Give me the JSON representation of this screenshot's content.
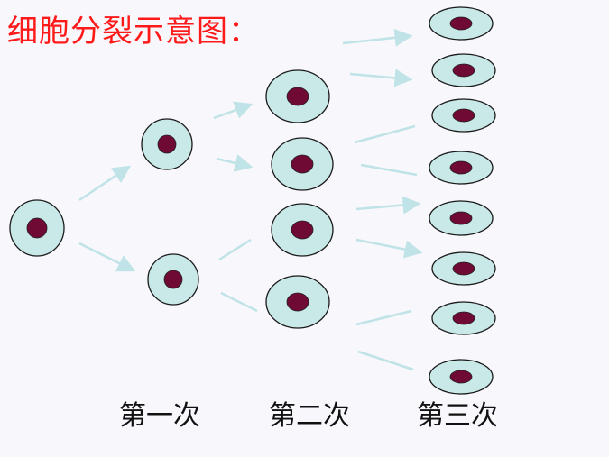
{
  "title": "细胞分裂示意图：",
  "stages": [
    {
      "label": "第一次"
    },
    {
      "label": "第二次"
    },
    {
      "label": "第三次"
    }
  ],
  "colors": {
    "title": "#ff1a1a",
    "cell_fill": "#c9e8e8",
    "cell_stroke": "#1a1a1a",
    "nucleus": "#6e0a33",
    "arrow": "#bfe3e6",
    "label": "#111111"
  }
}
